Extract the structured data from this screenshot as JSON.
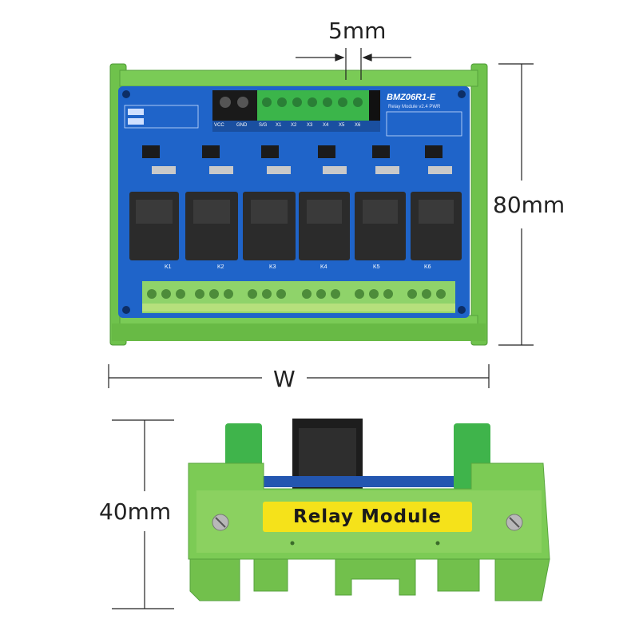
{
  "dimensions": {
    "pitch": "5mm",
    "height": "80mm",
    "width": "W",
    "depth": "40mm"
  },
  "board": {
    "model": "BMZ06R1-E",
    "subtitle": "Relay Module v2.4 PWR",
    "relays": [
      "K1",
      "K2",
      "K3",
      "K4",
      "K5",
      "K6"
    ],
    "input_pins": [
      "VCC",
      "GND",
      "S/G",
      "X1",
      "X2",
      "X3",
      "X4",
      "X5",
      "X6"
    ]
  },
  "side_view": {
    "label": "Relay Module"
  },
  "colors": {
    "pcb": "#1e63c8",
    "rail_green": "#6cc24a",
    "terminal_green": "#3bb54a",
    "relay_black": "#2a2a2a",
    "label_yellow": "#f5e21a"
  }
}
